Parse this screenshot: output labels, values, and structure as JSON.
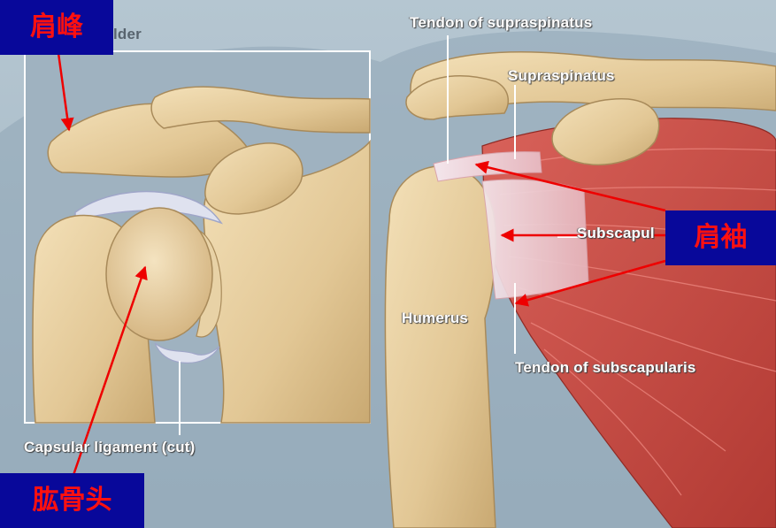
{
  "labels": {
    "inset_title": "lder",
    "tendon_supraspinatus": "Tendon of supraspinatus",
    "supraspinatus": "Supraspinatus",
    "subscapularis": "Subscapul",
    "humerus": "Humerus",
    "tendon_subscapularis": "Tendon of subscapularis",
    "capsular_ligament": "Capsular ligament (cut)"
  },
  "chinese_labels": {
    "acromion": "肩峰",
    "rotator_cuff": "肩袖",
    "humeral_head": "肱骨头"
  },
  "colors": {
    "background": "#a4b8c6",
    "bone": "#e9d0a0",
    "muscle": "#c94a42",
    "label_box": "#08089a",
    "label_text": "#ff1010",
    "arrow": "#ee0000"
  }
}
